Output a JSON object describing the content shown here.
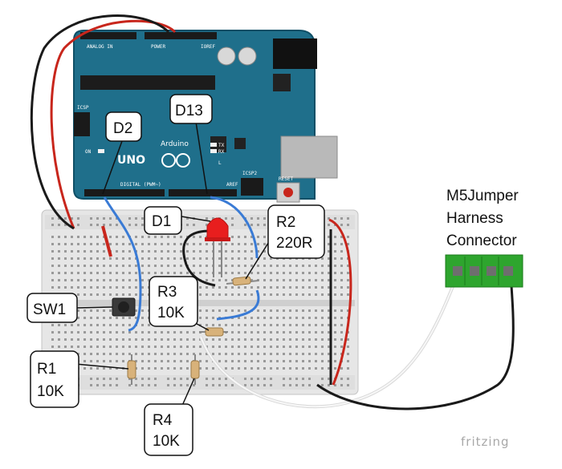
{
  "labels": {
    "d2": "D2",
    "d13": "D13",
    "d1": "D1",
    "r2_name": "R2",
    "r2_value": "220R",
    "sw1": "SW1",
    "r3_name": "R3",
    "r3_value": "10K",
    "r1_name": "R1",
    "r1_value": "10K",
    "r4_name": "R4",
    "r4_value": "10K"
  },
  "connector": {
    "title_lines": [
      "M5Jumper",
      "Harness",
      "Connector"
    ]
  },
  "board": {
    "brand": "Arduino",
    "model": "UNO",
    "pin_labels": {
      "analog_in": "ANALOG IN",
      "power": "POWER",
      "digital": "DIGITAL (PWM~)",
      "icsp": "ICSP",
      "icsp2": "ICSP2",
      "reset": "RESET",
      "ioref": "IOREF",
      "tx": "TX",
      "rx": "RX",
      "on": "ON",
      "l": "L",
      "aref": "AREF"
    }
  },
  "footer": {
    "brand": "fritzing"
  },
  "colors": {
    "board": "#1f6f8b",
    "breadboard": "#e6e6e6",
    "wire_blue": "#3a7bd5",
    "wire_red": "#c8261c",
    "wire_black": "#1a1a1a",
    "wire_white": "#f2f2f2",
    "connector_green": "#2ea52e",
    "led_red": "#e81e1e",
    "hole_green": "#4caf50"
  }
}
